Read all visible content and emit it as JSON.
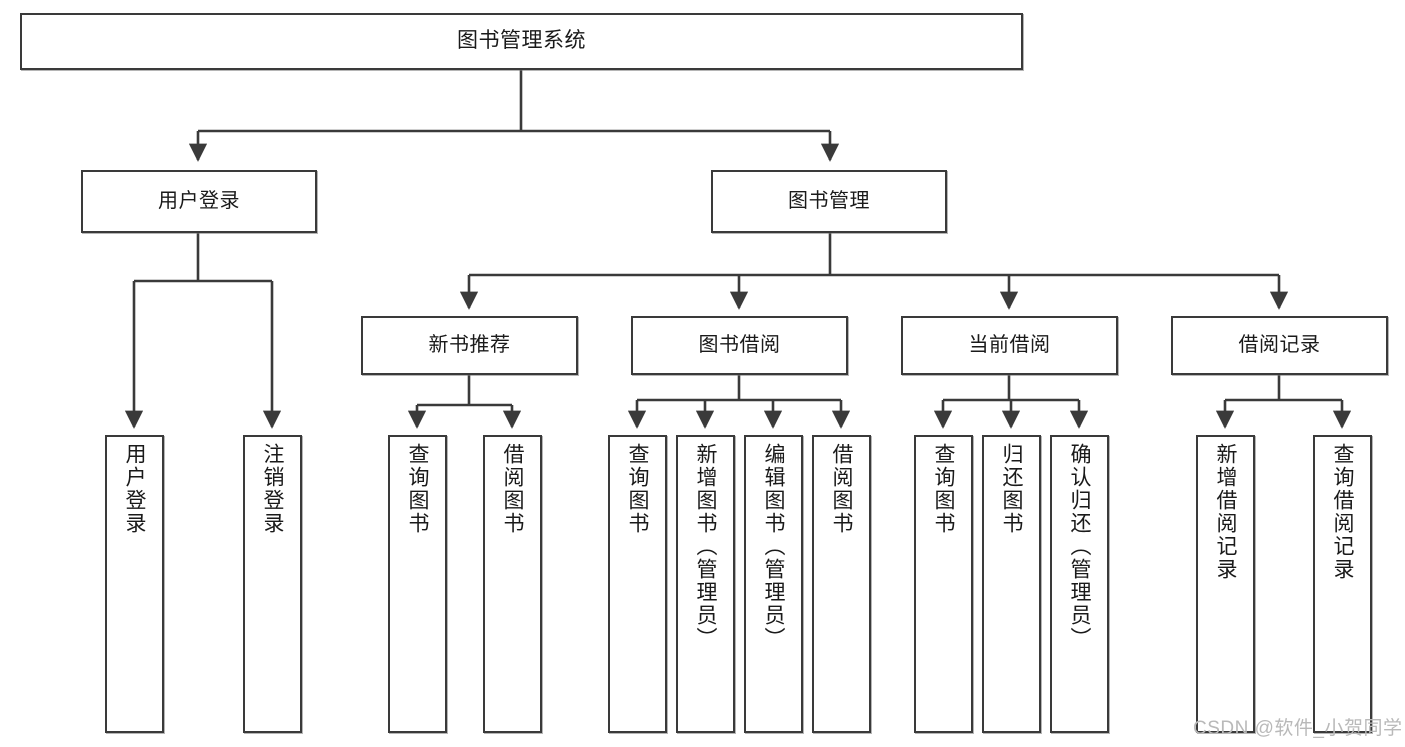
{
  "diagram": {
    "type": "hierarchy-tree",
    "title": "图书管理系统",
    "watermark": "CSDN @软件_小贺同学",
    "stroke_color": "#3a3a3a",
    "background_color": "#ffffff",
    "levels": 4,
    "nodes": {
      "root": {
        "label": "图书管理系统",
        "level": 1
      },
      "l2": [
        {
          "label": "用户登录",
          "level": 2
        },
        {
          "label": "图书管理",
          "level": 2
        }
      ],
      "l3": [
        {
          "label": "新书推荐",
          "level": 3,
          "parent": "图书管理"
        },
        {
          "label": "图书借阅",
          "level": 3,
          "parent": "图书管理"
        },
        {
          "label": "当前借阅",
          "level": 3,
          "parent": "图书管理"
        },
        {
          "label": "借阅记录",
          "level": 3,
          "parent": "图书管理"
        }
      ],
      "leaves": {
        "user_login": [
          {
            "label": "用户登录",
            "parent": "用户登录"
          },
          {
            "label": "注销登录",
            "parent": "用户登录"
          }
        ],
        "new_book": [
          {
            "label": "查询图书",
            "parent": "新书推荐"
          },
          {
            "label": "借阅图书",
            "parent": "新书推荐"
          }
        ],
        "book_borrow": [
          {
            "label": "查询图书",
            "parent": "图书借阅"
          },
          {
            "label": "新增图书（管理员）",
            "parent": "图书借阅"
          },
          {
            "label": "编辑图书（管理员）",
            "parent": "图书借阅"
          },
          {
            "label": "借阅图书",
            "parent": "图书借阅"
          }
        ],
        "current_borrow": [
          {
            "label": "查询图书",
            "parent": "当前借阅"
          },
          {
            "label": "归还图书",
            "parent": "当前借阅"
          },
          {
            "label": "确认归还（管理员）",
            "parent": "当前借阅"
          }
        ],
        "borrow_record": [
          {
            "label": "新增借阅记录",
            "parent": "借阅记录"
          },
          {
            "label": "查询借阅记录",
            "parent": "借阅记录"
          }
        ]
      }
    }
  }
}
